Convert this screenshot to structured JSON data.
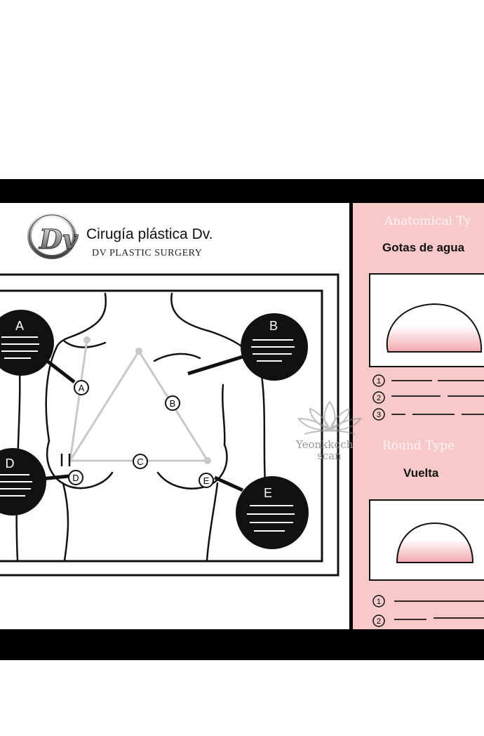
{
  "brand": {
    "name_es": "Cirugía plástica Dv.",
    "name_en": "DV PLASTIC SURGERY",
    "logo_letters": "Dv"
  },
  "diagram": {
    "callouts": [
      {
        "id": "A",
        "label": "A"
      },
      {
        "id": "B",
        "label": "B"
      },
      {
        "id": "D",
        "label": "D"
      },
      {
        "id": "E",
        "label": "E"
      }
    ],
    "points": [
      {
        "id": "A",
        "label": "A"
      },
      {
        "id": "B",
        "label": "B"
      },
      {
        "id": "C",
        "label": "C"
      },
      {
        "id": "D",
        "label": "D"
      },
      {
        "id": "E",
        "label": "E"
      }
    ]
  },
  "side_panel": {
    "anatomical": {
      "heading": "Anatomical Ty",
      "name": "Gotas de agua",
      "list_numbers": [
        "1",
        "2",
        "3"
      ]
    },
    "round": {
      "heading": "Round Type",
      "name": "Vuelta",
      "list_numbers": [
        "1",
        "2"
      ]
    }
  },
  "watermark": {
    "line1": "Yeonkkoch",
    "line2": "scan"
  },
  "colors": {
    "panel_bg": "#000000",
    "side_bg": "#f7c9c9",
    "implant_pink": "#f2a8ae"
  }
}
